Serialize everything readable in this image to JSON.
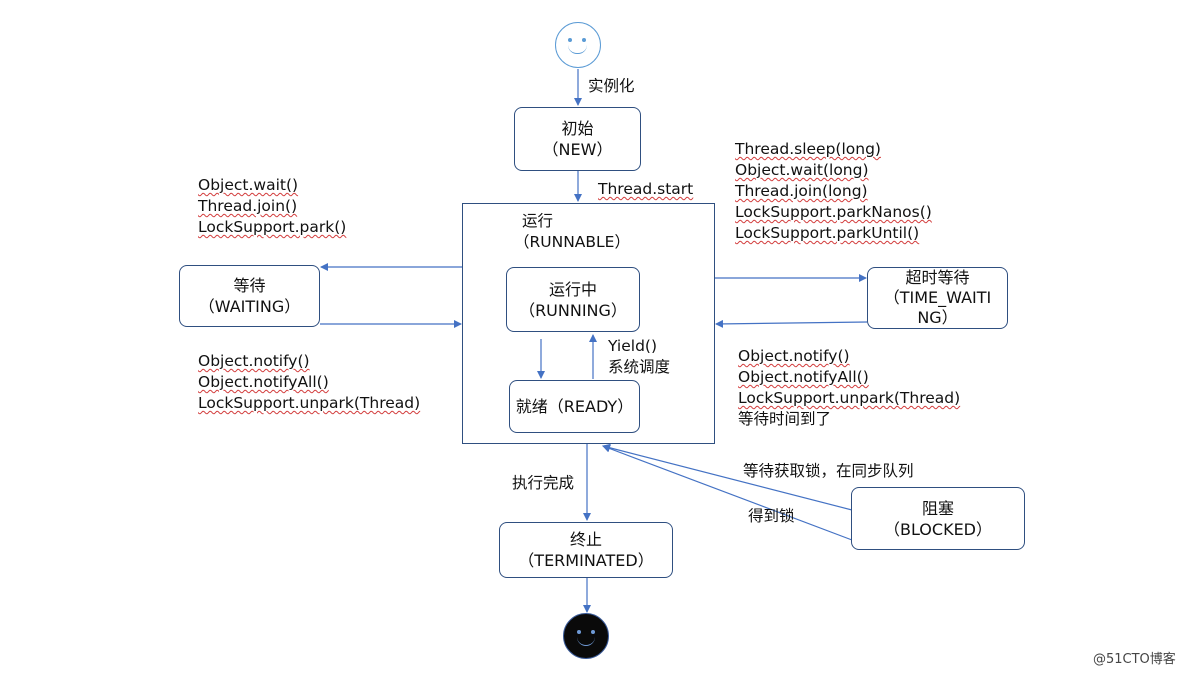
{
  "start_label": "实例化",
  "new_state": {
    "name": "初始",
    "code": "（NEW）"
  },
  "thread_start": "Thread.start",
  "runnable": {
    "name": "运行",
    "code": "（RUNNABLE）"
  },
  "running": {
    "name": "运行中",
    "code": "（RUNNING）"
  },
  "ready": {
    "label": "就绪（READY）"
  },
  "yield_labels": [
    "Yield()",
    "系统调度"
  ],
  "waiting": {
    "name": "等待",
    "code": "（WAITING）"
  },
  "waiting_enter_methods": [
    "Object.wait()",
    "Thread.join()",
    "LockSupport.park()"
  ],
  "waiting_exit_methods": [
    "Object.notify()",
    "Object.notifyAll()",
    "LockSupport.unpark(Thread)"
  ],
  "timed_waiting": {
    "name": "超时等待",
    "code_line1": "（TIME_WAITI",
    "code_line2": "NG）"
  },
  "timed_enter_methods": [
    "Thread.sleep(long)",
    "Object.wait(long)",
    "Thread.join(long)",
    "LockSupport.parkNanos()",
    "LockSupport.parkUntil()"
  ],
  "timed_exit_methods": [
    "Object.notify()",
    "Object.notifyAll()",
    "LockSupport.unpark(Thread)",
    "等待时间到了"
  ],
  "blocked": {
    "name": "阻塞",
    "code": "（BLOCKED）"
  },
  "blocked_enter_label": "等待获取锁，在同步队列",
  "blocked_exit_label": "得到锁",
  "finish_label": "执行完成",
  "terminated": {
    "name": "终止",
    "code": "（TERMINATED）"
  },
  "watermark": "@51CTO博客",
  "colors": {
    "line": "#4472c4",
    "box_border": "#2f4f80",
    "start_face": "#5b9bd5",
    "end_face": "#0a0a0a"
  }
}
